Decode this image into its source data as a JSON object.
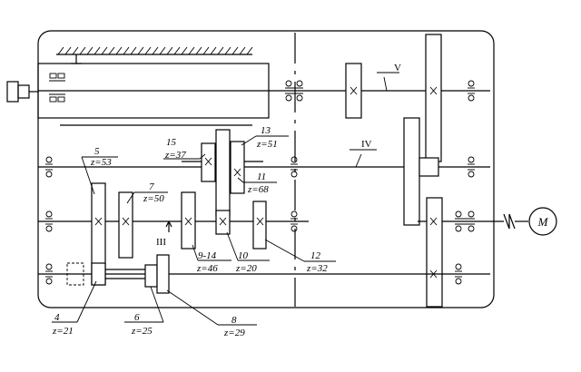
{
  "gears": [
    {
      "num": "4",
      "z": "z=21"
    },
    {
      "num": "5",
      "z": "z=53"
    },
    {
      "num": "6",
      "z": "z=25"
    },
    {
      "num": "7",
      "z": "z=50"
    },
    {
      "num": "8",
      "z": "z=29"
    },
    {
      "num": "9-14",
      "z": "z=46"
    },
    {
      "num": "10",
      "z": "z=20"
    },
    {
      "num": "11",
      "z": "z=68"
    },
    {
      "num": "12",
      "z": "z=32"
    },
    {
      "num": "13",
      "z": "z=51"
    },
    {
      "num": "15",
      "z": "z=37"
    }
  ],
  "shafts": {
    "III": "III",
    "IV": "IV",
    "V": "V"
  },
  "motor": "M"
}
